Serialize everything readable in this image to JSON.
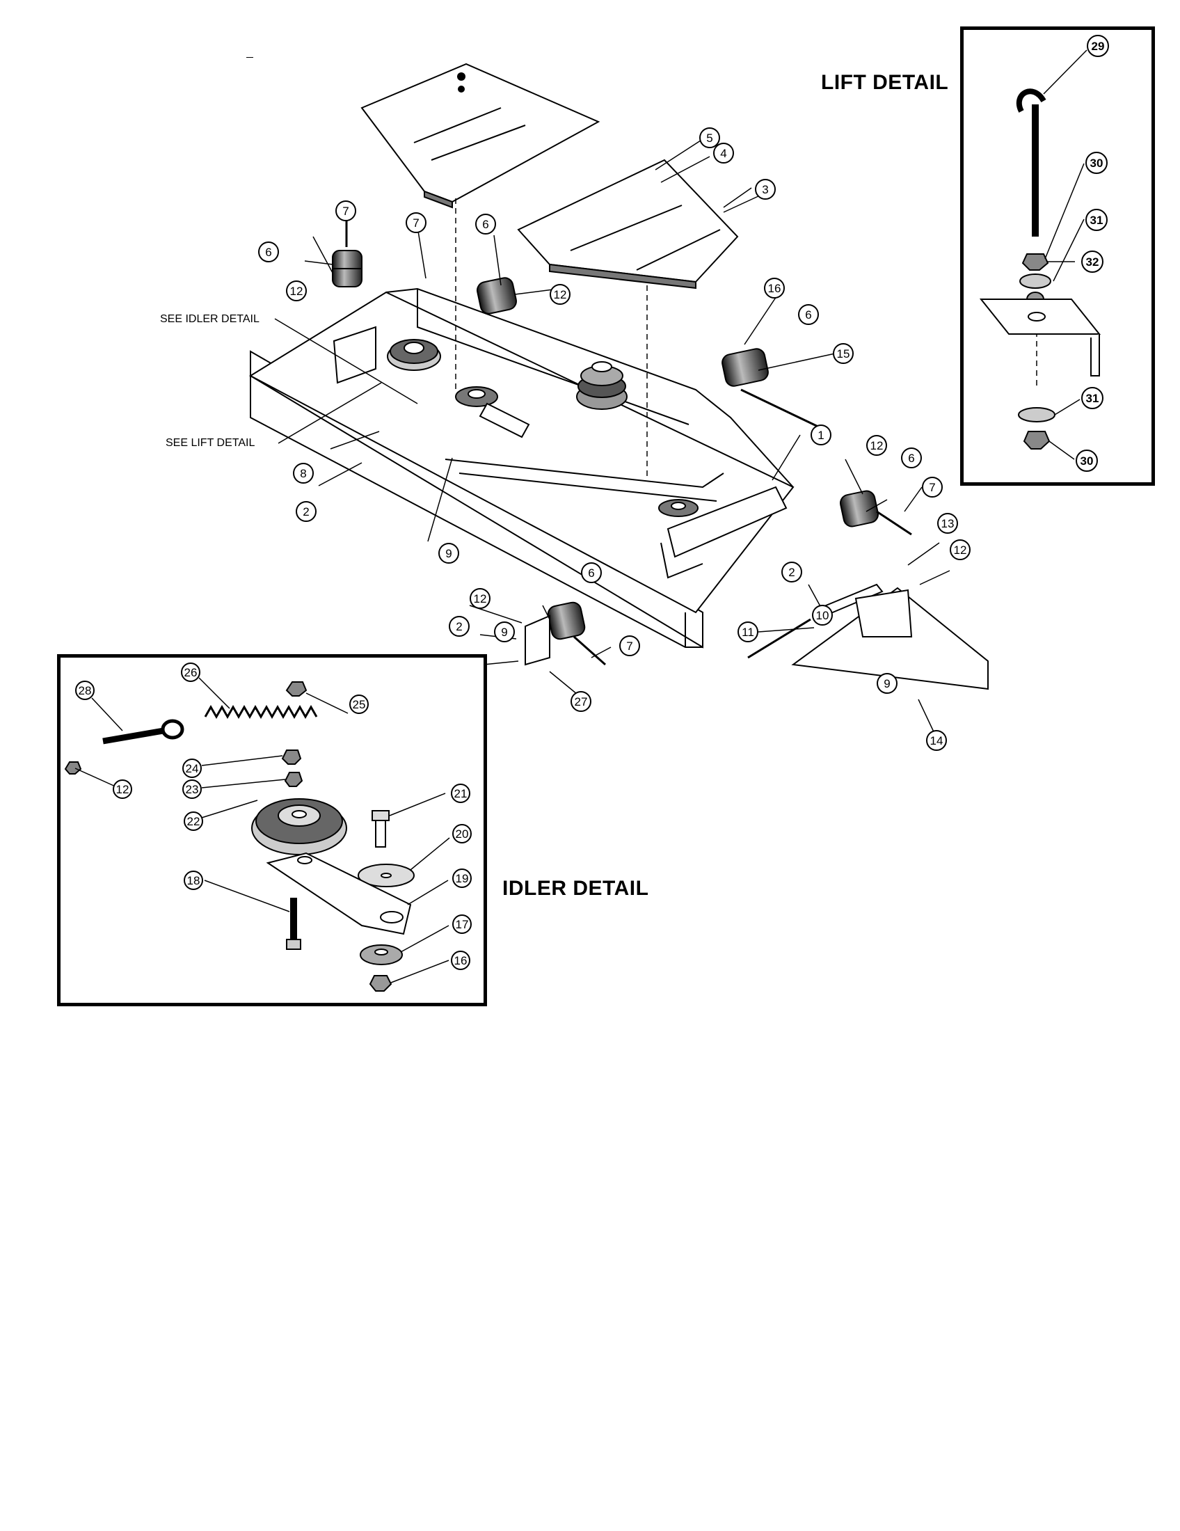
{
  "headings": {
    "lift_detail": "LIFT DETAIL",
    "idler_detail": "IDLER DETAIL"
  },
  "notes": {
    "see_idler_detail": "SEE IDLER DETAIL",
    "see_lift_detail": "SEE LIFT DETAIL"
  },
  "callouts": [
    {
      "n": "1"
    },
    {
      "n": "2"
    },
    {
      "n": "2"
    },
    {
      "n": "2"
    },
    {
      "n": "3"
    },
    {
      "n": "4"
    },
    {
      "n": "5"
    },
    {
      "n": "6"
    },
    {
      "n": "6"
    },
    {
      "n": "6"
    },
    {
      "n": "6"
    },
    {
      "n": "6"
    },
    {
      "n": "7"
    },
    {
      "n": "7"
    },
    {
      "n": "7"
    },
    {
      "n": "7"
    },
    {
      "n": "8"
    },
    {
      "n": "9"
    },
    {
      "n": "9"
    },
    {
      "n": "9"
    },
    {
      "n": "10"
    },
    {
      "n": "11"
    },
    {
      "n": "12"
    },
    {
      "n": "12"
    },
    {
      "n": "12"
    },
    {
      "n": "12"
    },
    {
      "n": "12"
    },
    {
      "n": "13"
    },
    {
      "n": "14"
    },
    {
      "n": "15"
    },
    {
      "n": "16"
    },
    {
      "n": "27"
    }
  ],
  "lift_callouts": [
    {
      "n": "29"
    },
    {
      "n": "30"
    },
    {
      "n": "31"
    },
    {
      "n": "32"
    },
    {
      "n": "31"
    },
    {
      "n": "30"
    }
  ],
  "idler_callouts": [
    {
      "n": "28"
    },
    {
      "n": "26"
    },
    {
      "n": "25"
    },
    {
      "n": "12"
    },
    {
      "n": "24"
    },
    {
      "n": "23"
    },
    {
      "n": "22"
    },
    {
      "n": "21"
    },
    {
      "n": "20"
    },
    {
      "n": "18"
    },
    {
      "n": "19"
    },
    {
      "n": "17"
    },
    {
      "n": "16"
    }
  ]
}
